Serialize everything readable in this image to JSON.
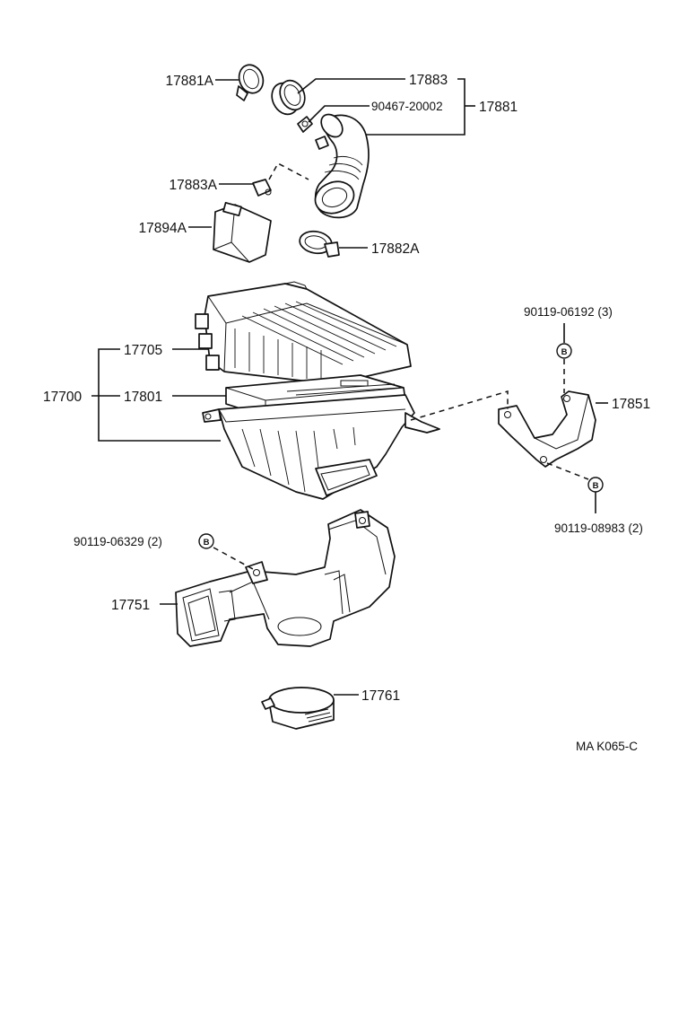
{
  "labels": {
    "p17881A": "17881A",
    "p17883": "17883",
    "p90467": "90467-20002",
    "p17881": "17881",
    "p17883A": "17883A",
    "p17894A": "17894A",
    "p17882A": "17882A",
    "p90119_06192": "90119-06192 (3)",
    "p17705": "17705",
    "p17700": "17700",
    "p17801": "17801",
    "p17851": "17851",
    "p90119_08983": "90119-08983 (2)",
    "p90119_06329": "90119-06329 (2)",
    "p17751": "17751",
    "p17761": "17761"
  },
  "bolt_symbol": "B",
  "diagram_code": "MA K065-C"
}
